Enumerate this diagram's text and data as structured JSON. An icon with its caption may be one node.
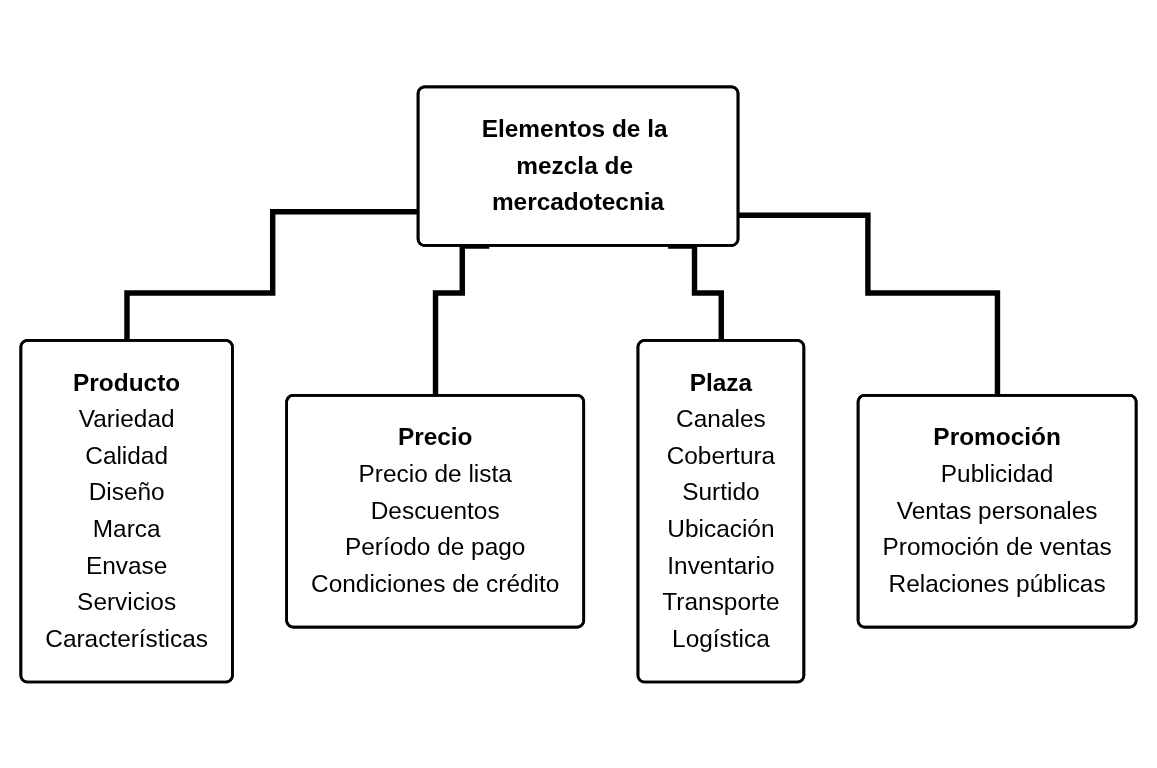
{
  "diagram": {
    "nodes": [
      {
        "text": [
          "Elementos de la mezcla de mercadotecnia"
        ]
      },
      {
        "text": [
          "Producto",
          "Variedad",
          "Calidad",
          "Diseño",
          "Marca",
          "Envase",
          "Servicios",
          "Características"
        ]
      },
      {
        "text": [
          "Precio",
          "Precio de lista",
          "Descuentos",
          "Período de pago",
          "Condiciones de crédito"
        ]
      },
      {
        "text": [
          "Plaza",
          "Canales",
          "Cobertura",
          "Surtido",
          "Ubicación",
          "Inventario",
          "Transporte",
          "Logística"
        ]
      },
      {
        "text": [
          "Promoción",
          "Publicidad",
          "Ventas personales",
          "Promoción de ventas",
          "Relaciones públicas"
        ]
      }
    ],
    "edges": [
      {
        "from": 0,
        "to": 1,
        "arrow": "none"
      },
      {
        "from": 0,
        "to": 2,
        "arrow": "none"
      },
      {
        "from": 0,
        "to": 3,
        "arrow": "none"
      },
      {
        "from": 0,
        "to": 4,
        "arrow": "none"
      }
    ]
  }
}
